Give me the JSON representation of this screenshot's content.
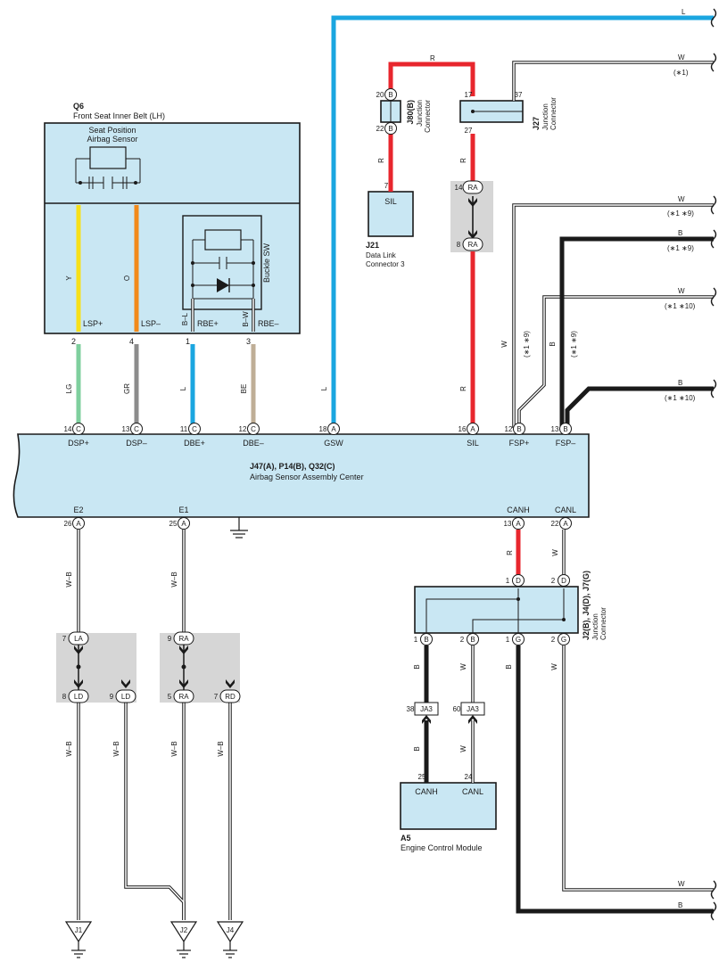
{
  "components": {
    "q6": {
      "id": "Q6",
      "name": "Front Seat Inner Belt (LH)",
      "sensor": "Seat Position\nAirbag Sensor",
      "switch": "Buckle SW",
      "terms": [
        "LSP+",
        "LSP–",
        "RBE+",
        "RBE–"
      ],
      "pins": [
        "2",
        "4",
        "1",
        "3"
      ]
    },
    "center": {
      "id": "J47(A), P14(B), Q32(C)",
      "name": "Airbag Sensor Assembly Center",
      "top_terms": [
        "DSP+",
        "DSP–",
        "DBE+",
        "DBE–",
        "GSW",
        "SIL",
        "FSP+",
        "FSP–"
      ],
      "bottom_terms": [
        "E2",
        "E1",
        "CANH",
        "CANL"
      ]
    },
    "j80": {
      "id": "J80(B)",
      "name": "Junction\nConnector"
    },
    "j27": {
      "id": "J27",
      "name": "Junction\nConnector"
    },
    "j21": {
      "id": "J21",
      "name": "Data Link\nConnector 3",
      "term": "SIL"
    },
    "jbox": {
      "id": "J2(B), J4(D), J7(G)",
      "name": "Junction\nConnector"
    },
    "a5": {
      "id": "A5",
      "name": "Engine Control Module",
      "terms": [
        "CANH",
        "CANL"
      ]
    },
    "grounds": [
      "J1",
      "J2",
      "J4"
    ]
  },
  "notes": {
    "n1": "(∗1)",
    "n19": "(∗1 ∗9)",
    "n110": "(∗1 ∗10)",
    "v19": "(∗1 ∗9)"
  },
  "wires": [
    {
      "color": "L",
      "hex": "#1aa6e0"
    },
    {
      "color": "R",
      "hex": "#e8262d"
    },
    {
      "color": "B",
      "hex": "#1a1a1a"
    },
    {
      "color": "W",
      "hex": "#ffffff"
    },
    {
      "color": "Y",
      "hex": "#f7e01a"
    },
    {
      "color": "O",
      "hex": "#f28a1a"
    },
    {
      "color": "LG",
      "hex": "#7fcf9e"
    },
    {
      "color": "GR",
      "hex": "#8c8c8c"
    },
    {
      "color": "BE",
      "hex": "#bfae96"
    },
    {
      "color": "W–B",
      "hex": "#ffffff"
    },
    {
      "color": "B–L",
      "hex": "#ffffff"
    },
    {
      "color": "B–W",
      "hex": "#ffffff"
    }
  ]
}
